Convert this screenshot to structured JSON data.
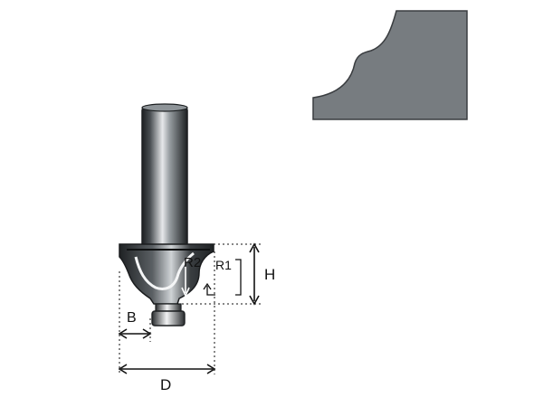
{
  "labels": {
    "radius_large": "R2",
    "radius_small": "R1",
    "height": "H",
    "bearing_width": "B",
    "diameter": "D"
  },
  "icons": {
    "bit": "router-bit-icon",
    "profile": "profile-cut-icon"
  },
  "colors": {
    "profile_fill": "#777c80",
    "profile_stroke": "#3a3d40",
    "bit_dark": "#1f2224",
    "bit_light": "#d9dcde",
    "dimension_line": "#111111"
  }
}
